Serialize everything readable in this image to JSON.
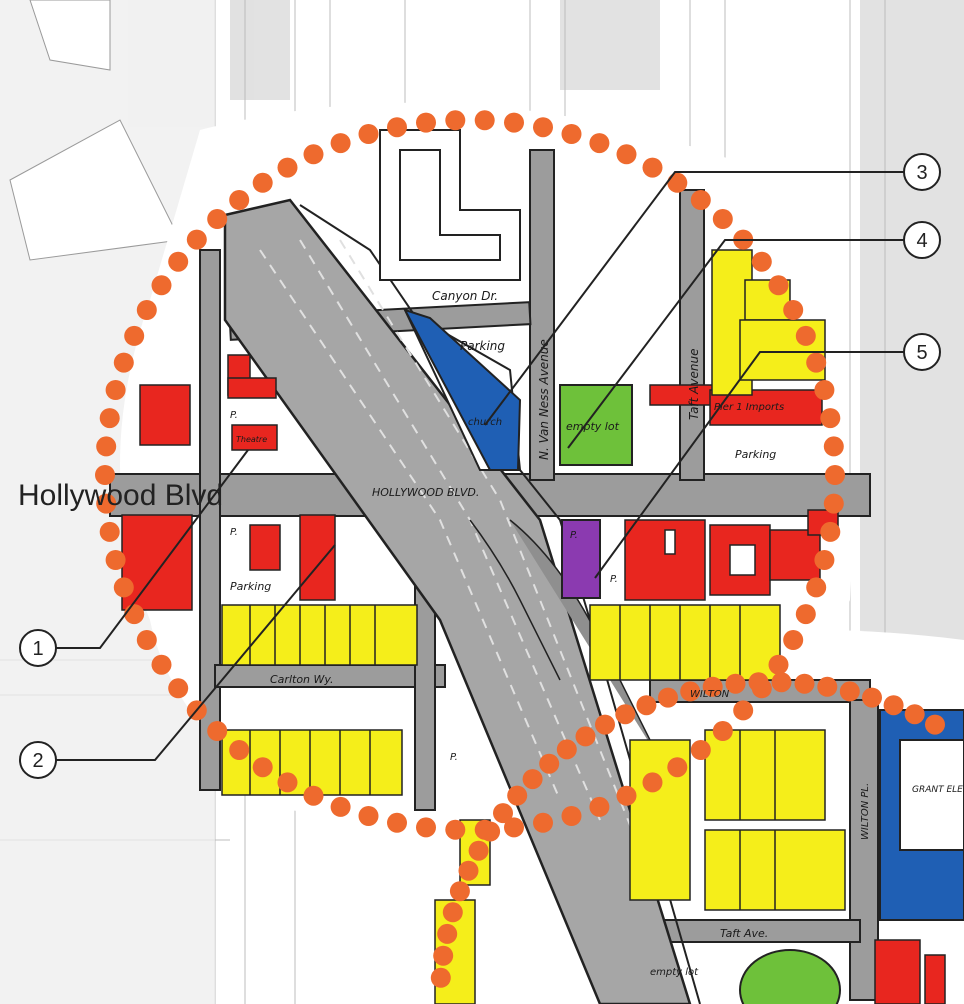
{
  "map": {
    "main_street_label": "Hollywood Blvd",
    "street_labels": {
      "hollywood_sketch": "HOLLYWOOD BLVD.",
      "canyon": "Canyon Dr.",
      "van_ness": "N. Van Ness Avenue",
      "taft_vertical": "Taft Avenue",
      "carlton": "Carlton Wy.",
      "wilton_pl": "WILTON PL.",
      "wilton_top": "WILTON",
      "taft_bottom": "Taft Ave."
    },
    "site_labels": {
      "parking_top": "Parking",
      "church": "church",
      "empty_lot": "empty lot",
      "pier1": "Pier 1 Imports",
      "parking_right": "Parking",
      "parking_left": "Parking",
      "empty_lot_bottom": "empty lot",
      "p1": "P.",
      "p2": "P.",
      "p3": "P.",
      "p4": "P.",
      "p5": "P.",
      "theatre": "Theatre",
      "grant": "GRANT ELEM. S"
    },
    "callouts": [
      "1",
      "2",
      "3",
      "4",
      "5"
    ],
    "colors": {
      "road": "#9c9c9c",
      "dot": "#ee6a2e",
      "red": "#e8261f",
      "yellow": "#f5ee1a",
      "blue": "#1f5fb4",
      "green": "#6ec13a",
      "purple": "#8b3ab0"
    }
  }
}
